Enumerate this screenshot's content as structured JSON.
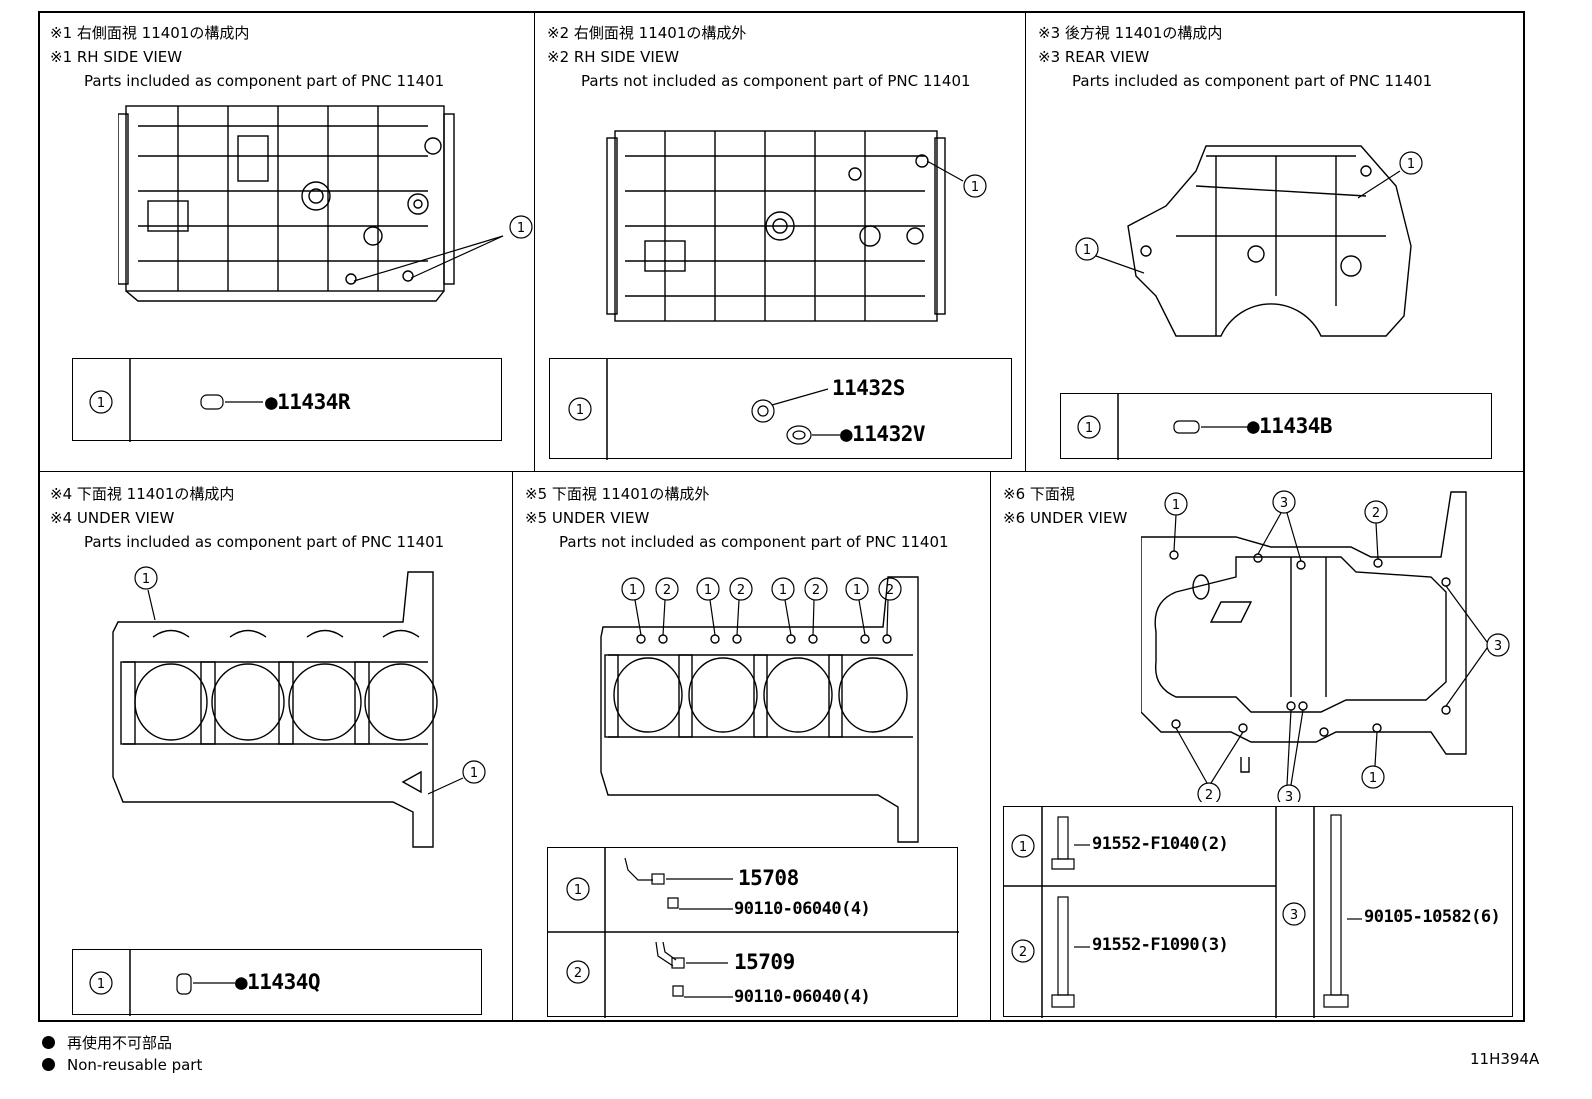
{
  "panels": [
    {
      "id": "p1",
      "title_ja": "※1 右側面視 11401の構成内",
      "title_en": "※1 RH SIDE VIEW",
      "note": "Parts included as component part of PNC 11401",
      "legend": [
        {
          "num": "1",
          "part": "●11434R"
        }
      ]
    },
    {
      "id": "p2",
      "title_ja": "※2 右側面視 11401の構成外",
      "title_en": "※2 RH SIDE VIEW",
      "note": "Parts not included as component part of PNC 11401",
      "legend": [
        {
          "num": "1",
          "parts": [
            "11432S",
            "●11432V"
          ]
        }
      ]
    },
    {
      "id": "p3",
      "title_ja": "※3 後方視 11401の構成内",
      "title_en": "※3 REAR VIEW",
      "note": "Parts included as component part of PNC 11401",
      "legend": [
        {
          "num": "1",
          "part": "●11434B"
        }
      ]
    },
    {
      "id": "p4",
      "title_ja": "※4 下面視 11401の構成内",
      "title_en": "※4 UNDER VIEW",
      "note": "Parts included as component part of PNC 11401",
      "legend": [
        {
          "num": "1",
          "part": "●11434Q"
        }
      ]
    },
    {
      "id": "p5",
      "title_ja": "※5 下面視 11401の構成外",
      "title_en": "※5 UNDER VIEW",
      "note": "Parts not included as component part of PNC 11401",
      "legend": [
        {
          "num": "1",
          "parts": [
            "15708",
            "90110-06040(4)"
          ]
        },
        {
          "num": "2",
          "parts": [
            "15709",
            "90110-06040(4)"
          ]
        }
      ]
    },
    {
      "id": "p6",
      "title_ja": "※6 下面視",
      "title_en": "※6 UNDER VIEW",
      "note": "",
      "legend": [
        {
          "num": "1",
          "part": "91552-F1040(2)"
        },
        {
          "num": "2",
          "part": "91552-F1090(3)"
        },
        {
          "num": "3",
          "part": "90105-10582(6)"
        }
      ]
    }
  ],
  "footer": {
    "ja": "再使用不可部品",
    "en": "Non-reusable part",
    "ref": "11H394A"
  }
}
